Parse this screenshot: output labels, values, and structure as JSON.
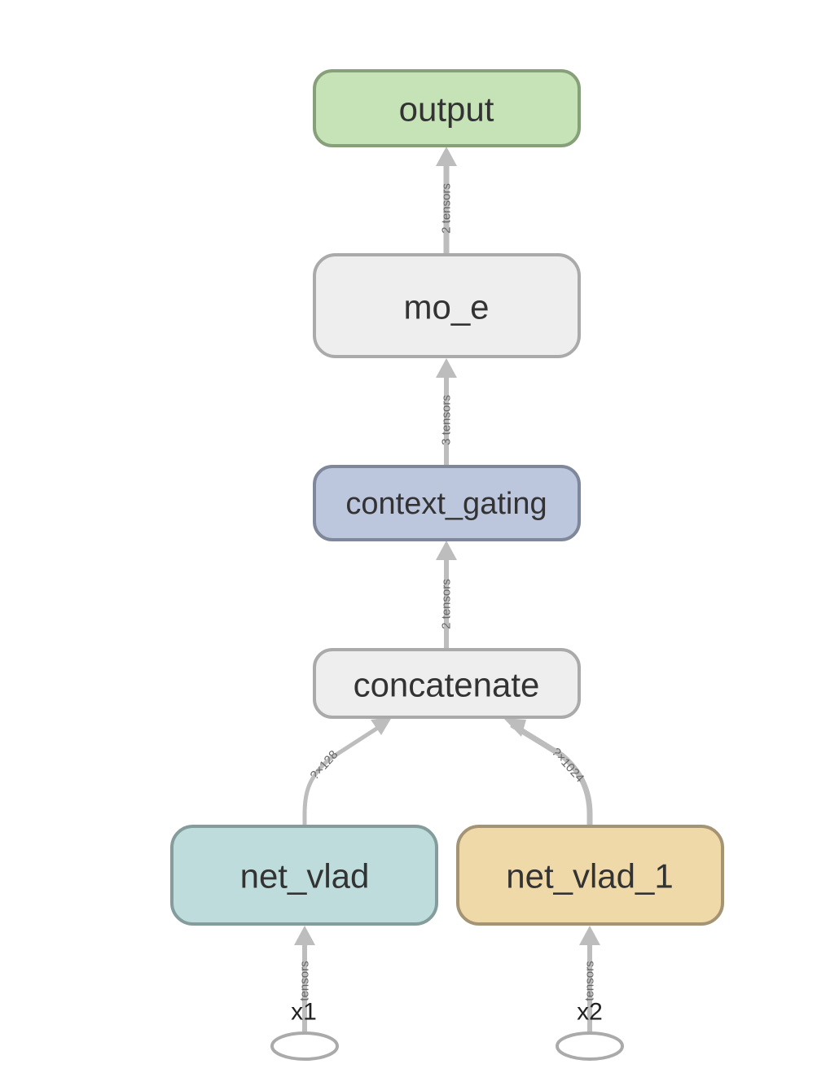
{
  "colors": {
    "output_fill": "#c5e3b6",
    "output_stroke": "#87a07a",
    "mo_e_fill": "#eeeeee",
    "mo_e_stroke": "#aaaaaa",
    "context_gating_fill": "#bcc6dd",
    "context_gating_stroke": "#7f879a",
    "concatenate_fill": "#eeeeee",
    "concatenate_stroke": "#aaaaaa",
    "net_vlad_fill": "#bfdcdc",
    "net_vlad_stroke": "#859c9c",
    "net_vlad_1_fill": "#f0d9a8",
    "net_vlad_1_stroke": "#a49474",
    "edge": "#bdbdbd",
    "input_stroke": "#aaaaaa"
  },
  "nodes": {
    "output": "output",
    "mo_e": "mo_e",
    "context_gating": "context_gating",
    "concatenate": "concatenate",
    "net_vlad": "net_vlad",
    "net_vlad_1": "net_vlad_1"
  },
  "inputs": {
    "x1": "x1",
    "x2": "x2"
  },
  "edges": {
    "mo_e_to_output": "2 tensors",
    "context_gating_to_mo_e": "3 tensors",
    "concatenate_to_context_gating": "2 tensors",
    "net_vlad_to_concatenate": "?×128",
    "net_vlad_1_to_concatenate": "?×1024",
    "x1_to_net_vlad": "tensors",
    "x2_to_net_vlad_1": "tensors"
  }
}
